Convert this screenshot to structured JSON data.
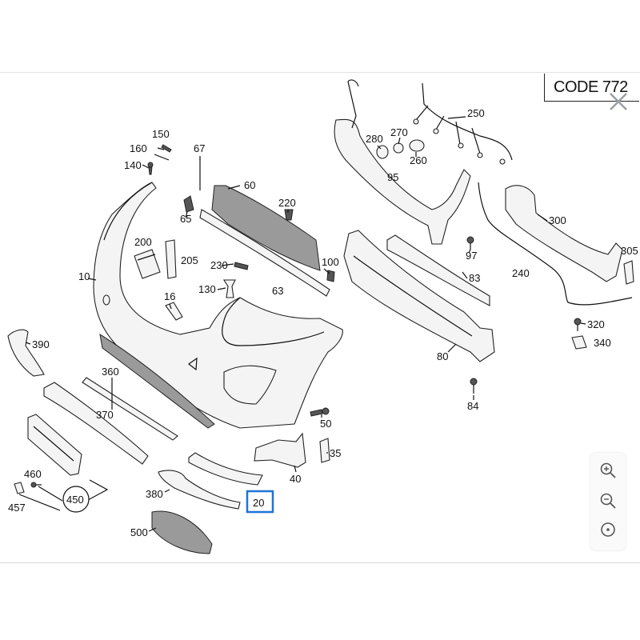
{
  "code_label": "CODE 772",
  "callouts": [
    {
      "id": "c150",
      "text": "150"
    },
    {
      "id": "c160",
      "text": "160"
    },
    {
      "id": "c140",
      "text": "140"
    },
    {
      "id": "c67",
      "text": "67"
    },
    {
      "id": "c60",
      "text": "60"
    },
    {
      "id": "c65",
      "text": "65"
    },
    {
      "id": "c220",
      "text": "220"
    },
    {
      "id": "c200",
      "text": "200"
    },
    {
      "id": "c205",
      "text": "205"
    },
    {
      "id": "c230",
      "text": "230"
    },
    {
      "id": "c130",
      "text": "130"
    },
    {
      "id": "c10",
      "text": "10"
    },
    {
      "id": "c16",
      "text": "16"
    },
    {
      "id": "c63",
      "text": "63"
    },
    {
      "id": "c100",
      "text": "100"
    },
    {
      "id": "c390",
      "text": "390"
    },
    {
      "id": "c360",
      "text": "360"
    },
    {
      "id": "c370",
      "text": "370"
    },
    {
      "id": "c50",
      "text": "50"
    },
    {
      "id": "c35",
      "text": "35"
    },
    {
      "id": "c40",
      "text": "40"
    },
    {
      "id": "c460",
      "text": "460"
    },
    {
      "id": "c457",
      "text": "457"
    },
    {
      "id": "c450",
      "text": "450"
    },
    {
      "id": "c380",
      "text": "380"
    },
    {
      "id": "c20",
      "text": "20"
    },
    {
      "id": "c500",
      "text": "500"
    },
    {
      "id": "c280",
      "text": "280"
    },
    {
      "id": "c270",
      "text": "270"
    },
    {
      "id": "c250",
      "text": "250"
    },
    {
      "id": "c260",
      "text": "260"
    },
    {
      "id": "c95",
      "text": "95"
    },
    {
      "id": "c300",
      "text": "300"
    },
    {
      "id": "c305",
      "text": "305"
    },
    {
      "id": "c97",
      "text": "97"
    },
    {
      "id": "c83",
      "text": "83"
    },
    {
      "id": "c240",
      "text": "240"
    },
    {
      "id": "c320",
      "text": "320"
    },
    {
      "id": "c340",
      "text": "340"
    },
    {
      "id": "c80",
      "text": "80"
    },
    {
      "id": "c84",
      "text": "84"
    }
  ],
  "zoom_controls": {
    "zoom_in": "zoom-in-icon",
    "zoom_out": "zoom-out-icon",
    "reset": "center-icon"
  },
  "highlight_color": "#1e73d8"
}
